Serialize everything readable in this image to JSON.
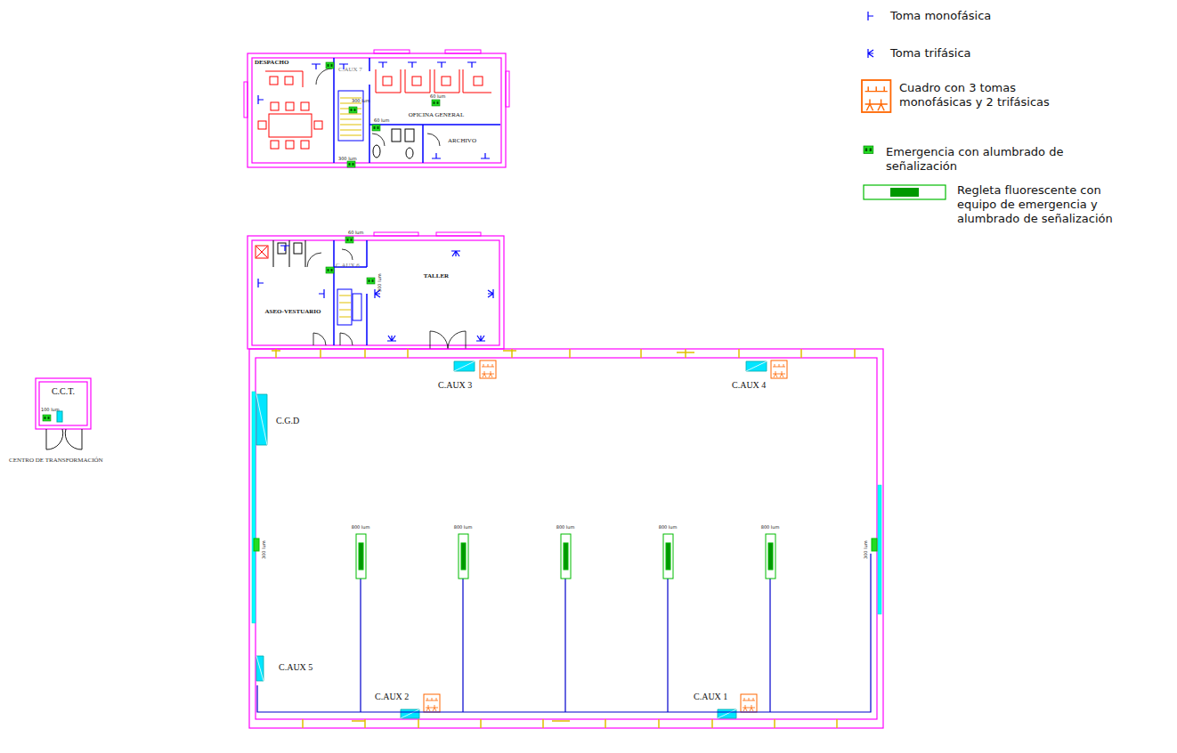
{
  "diagram": {
    "nodes": [
      {
        "text": [
          "DESPACHO"
        ]
      },
      {
        "text": [
          "OFICINA GENERAL"
        ]
      },
      {
        "text": [
          "ARCHIVO"
        ]
      },
      {
        "text": [
          "ASEO-VESTUARIO"
        ]
      },
      {
        "text": [
          "TALLER"
        ]
      },
      {
        "text": [
          "C.C.T."
        ]
      }
    ],
    "labels": [
      "C.AUX 7",
      "300 lum",
      "60 lum",
      "60 lum",
      "300 lum",
      "C.AUX 6",
      "60 lum",
      "300 lum",
      "C.AUX 3",
      "C.AUX 4",
      "C.G.D",
      "C.AUX 5",
      "C.AUX 2",
      "C.AUX 1",
      "800 lum",
      "800 lum",
      "800 lum",
      "800 lum",
      "800 lum",
      "300 lum",
      "300 lum",
      "100 lum",
      "CENTRO DE TRANSFORMACIÓN"
    ],
    "legend": [
      {
        "text": "Toma monofásica"
      },
      {
        "text": "Toma trifásica"
      },
      {
        "text": "Cuadro con 3 tomas monofásicas y 2 trifásicas"
      },
      {
        "text": "Emergencia con alumbrado de señalización"
      },
      {
        "text": "Regleta fluorescente con equipo de emergencia y alumbrado de señalización"
      }
    ]
  }
}
